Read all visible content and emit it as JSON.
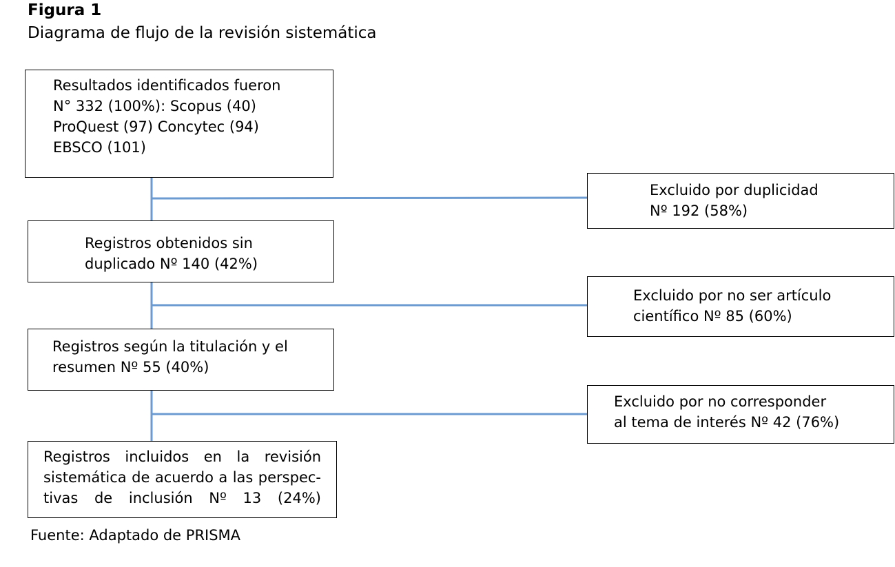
{
  "figure": {
    "label": "Figura 1",
    "title": "Diagrama de flujo de la revisión sistemática",
    "source": "Fuente: Adaptado de PRISMA"
  },
  "colors": {
    "connector": "#6b9bd1",
    "border": "#000000"
  },
  "boxes": {
    "identified": [
      "Resultados identificados fueron",
      "N° 332 (100%): Scopus (40)",
      "ProQuest (97) Concytec (94)",
      "EBSCO (101)"
    ],
    "no_duplicates": [
      "Registros obtenidos sin",
      "duplicado Nº 140 (42%)"
    ],
    "title_abstract": [
      "Registros según la titulación y el",
      "resumen Nº 55 (40%)"
    ],
    "included": [
      "Registros incluidos en la revisión",
      "sistemática de acuerdo a las perspec-",
      "tivas de inclusión Nº 13 (24%)"
    ],
    "excluded_duplicates": [
      "Excluido por duplicidad",
      "Nº 192 (58%)"
    ],
    "excluded_not_article": [
      "Excluido por no ser artículo",
      "científico Nº 85 (60%)"
    ],
    "excluded_off_topic": [
      "Excluido por no corresponder",
      "al tema de interés Nº 42 (76%)"
    ]
  }
}
